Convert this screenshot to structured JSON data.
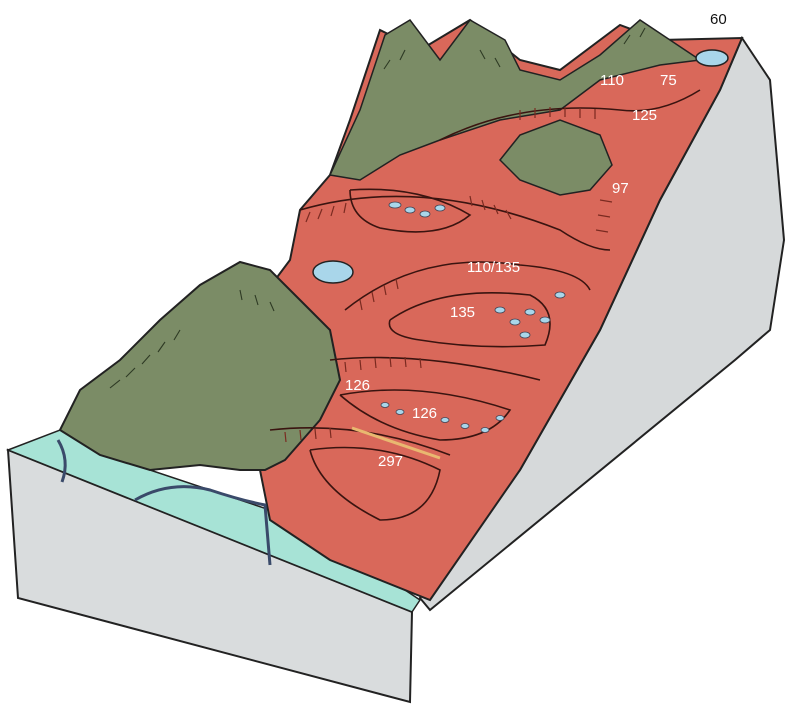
{
  "labels": {
    "l60": "60",
    "l110": "110",
    "l75": "75",
    "l125": "125",
    "l97": "97",
    "l110_135": "110/135",
    "l135": "135",
    "l126a": "126",
    "l126b": "126",
    "l297": "297"
  },
  "colors": {
    "terrain_red": "#d9685a",
    "hill_green": "#7b8c66",
    "rock_grey": "#d6d9da",
    "water_blue": "#a9d6ea",
    "sea_teal": "#a7e3d6",
    "hachure": "#7a2a20"
  }
}
